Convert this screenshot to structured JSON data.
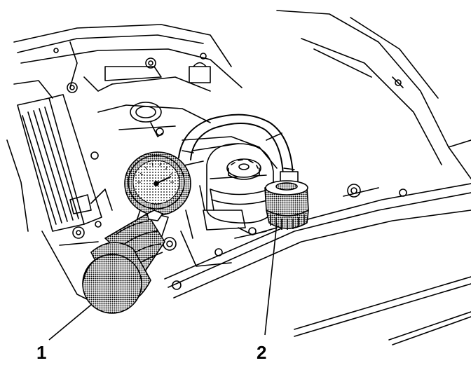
{
  "callouts": [
    {
      "id": "1",
      "label": "1"
    },
    {
      "id": "2",
      "label": "2"
    }
  ],
  "colors": {
    "line": "#000000",
    "paper": "#ffffff",
    "halftone": "#8a8a8a"
  }
}
